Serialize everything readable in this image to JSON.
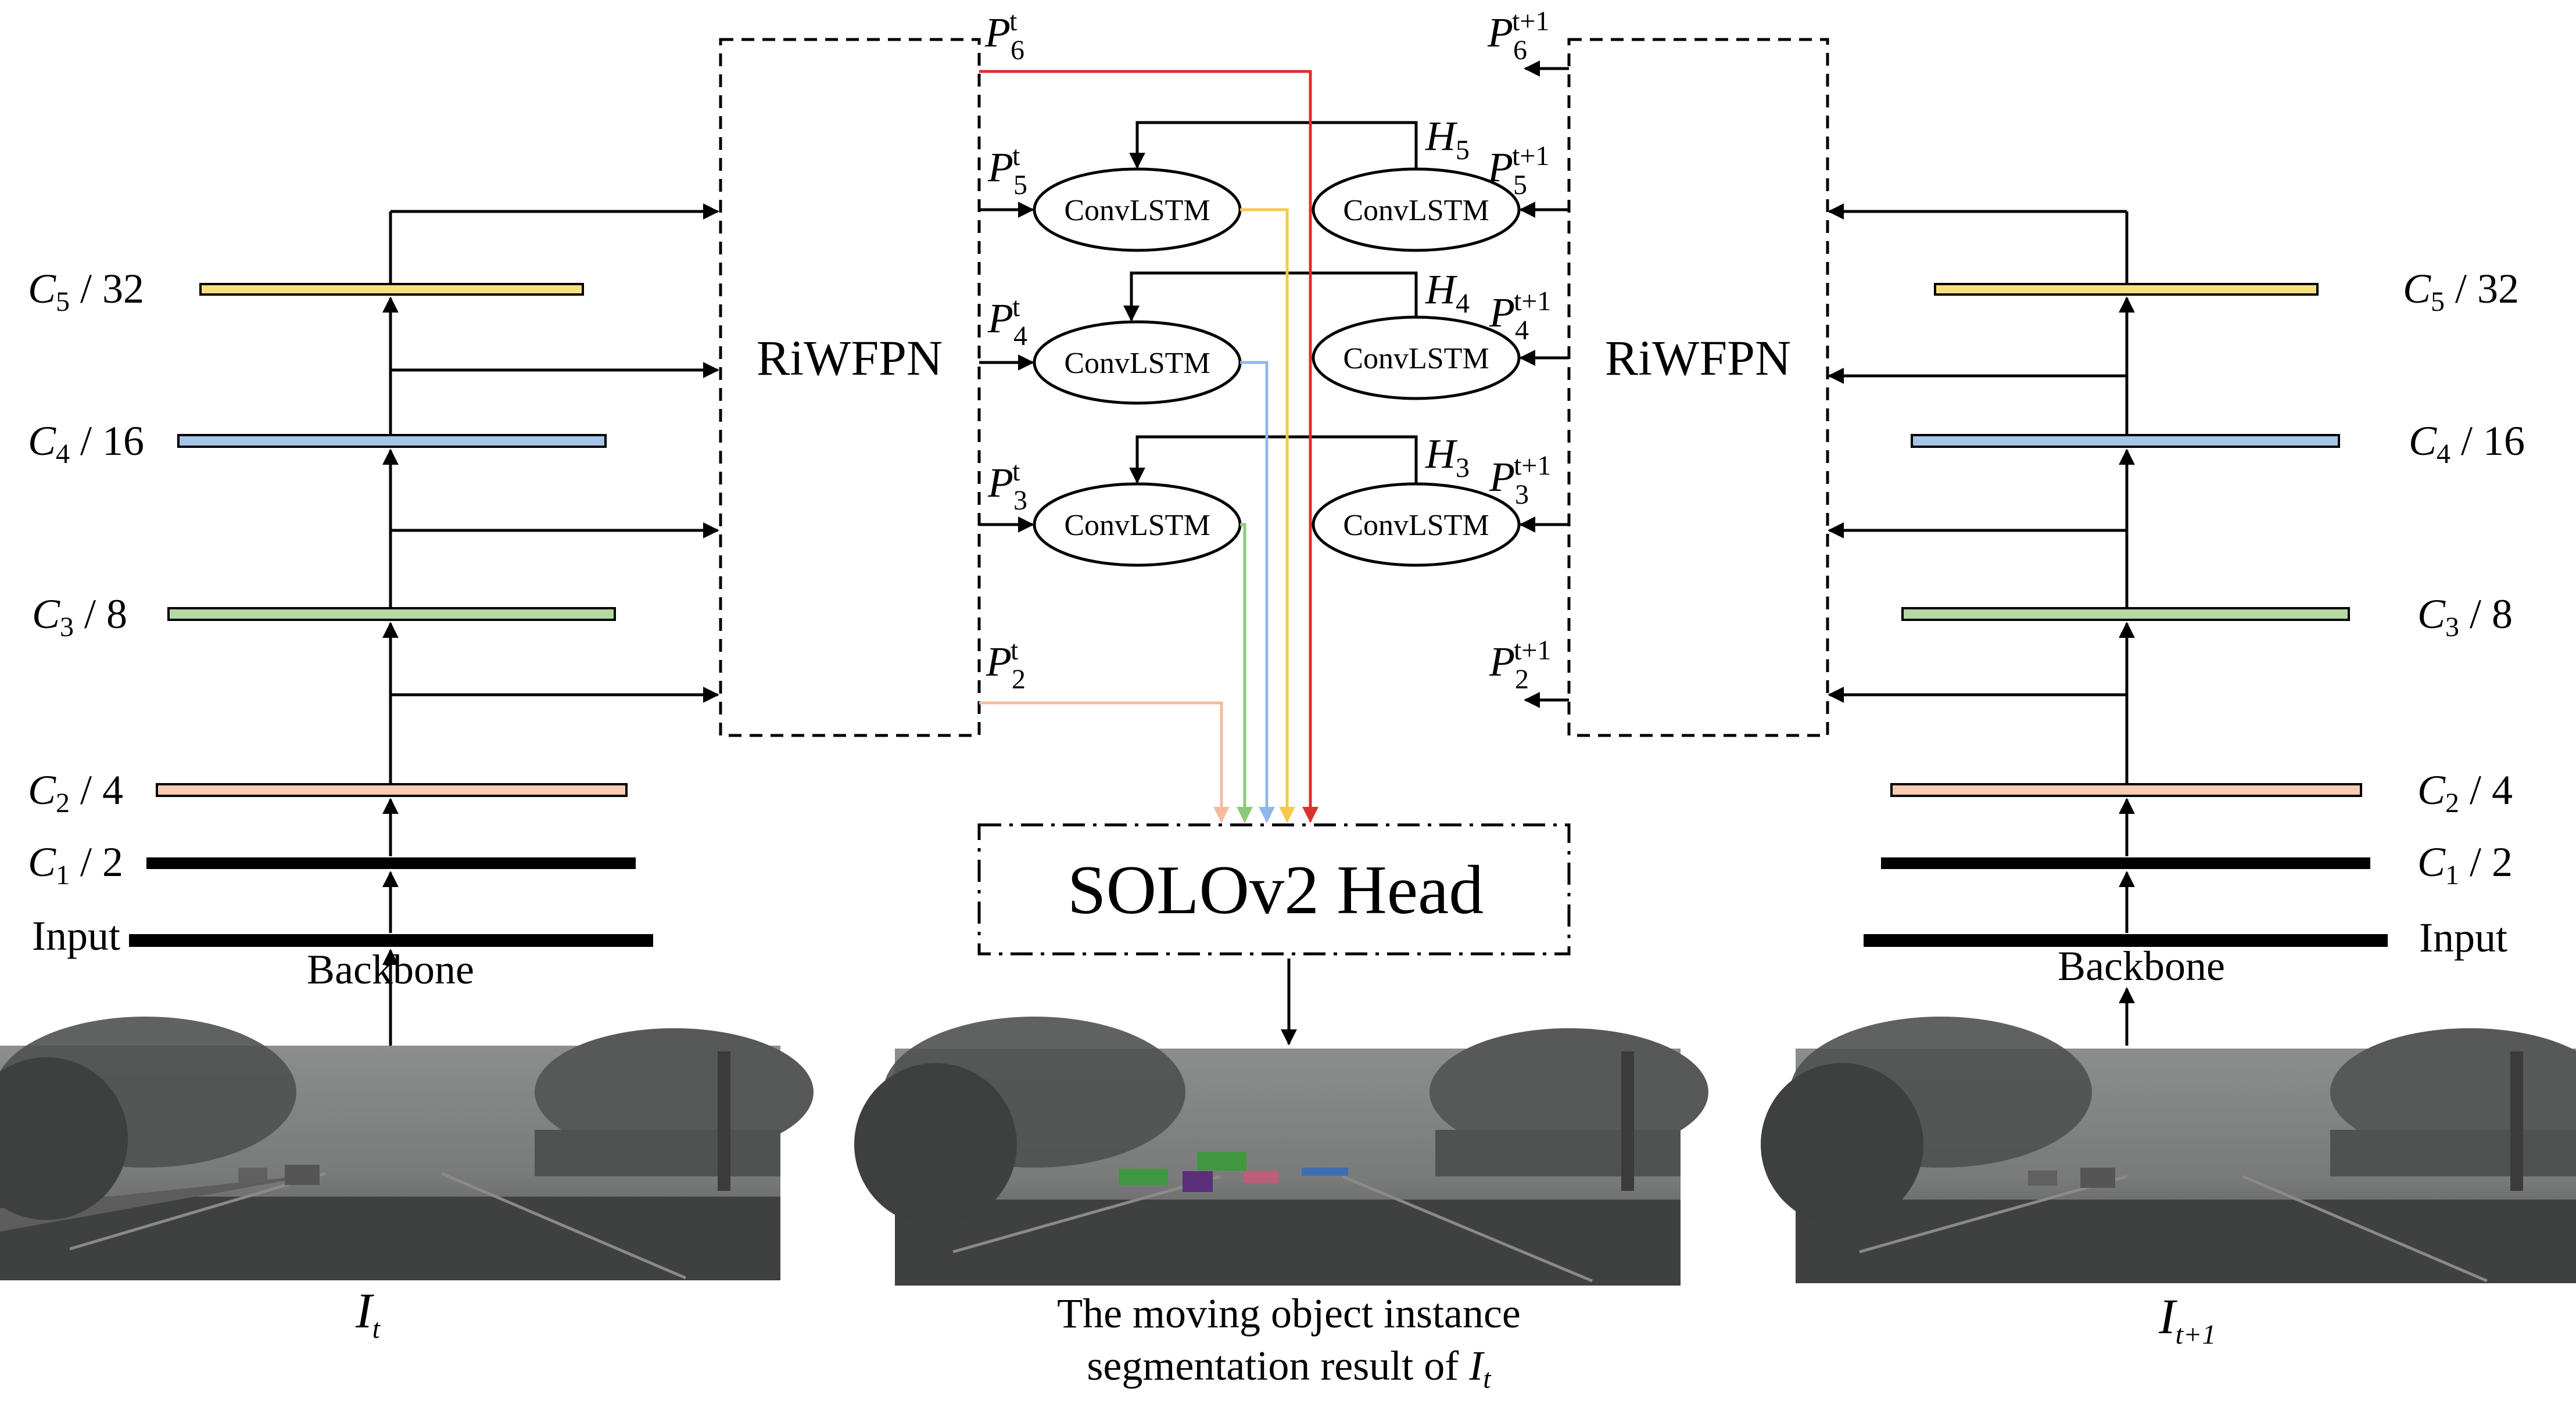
{
  "colors": {
    "c5": "#f9df7d",
    "c4": "#a5c5ea",
    "c3": "#b4d9a2",
    "c2": "#f9cbb0",
    "p6": "#d9302c",
    "p5": "#f7c94a",
    "p4": "#8fb8e6",
    "p3": "#8dc97b",
    "p2": "#f4bc9c"
  },
  "left": {
    "levels": [
      {
        "sym": "C",
        "sub": "5",
        "text": " / 32"
      },
      {
        "sym": "C",
        "sub": "4",
        "text": " / 16"
      },
      {
        "sym": "C",
        "sub": "3",
        "text": " / 8"
      },
      {
        "sym": "C",
        "sub": "2",
        "text": " / 4"
      },
      {
        "sym": "C",
        "sub": "1",
        "text": " / 2"
      }
    ],
    "input_label": "Input",
    "backbone_label": "Backbone",
    "image_caption_sym": "I",
    "image_caption_sub": "t"
  },
  "right": {
    "levels": [
      {
        "sym": "C",
        "sub": "5",
        "text": " / 32"
      },
      {
        "sym": "C",
        "sub": "4",
        "text": " / 16"
      },
      {
        "sym": "C",
        "sub": "3",
        "text": " / 8"
      },
      {
        "sym": "C",
        "sub": "2",
        "text": " / 4"
      },
      {
        "sym": "C",
        "sub": "1",
        "text": " / 2"
      }
    ],
    "input_label": "Input",
    "backbone_label": "Backbone",
    "image_caption_sym": "I",
    "image_caption_sub": "t+1"
  },
  "riwfpn_label": "RiWFPN",
  "convlstm_label": "ConvLSTM",
  "head_label": "SOLOv2 Head",
  "p_labels_t": [
    {
      "sym": "P",
      "sub": "6",
      "sup": "t"
    },
    {
      "sym": "P",
      "sub": "5",
      "sup": "t"
    },
    {
      "sym": "P",
      "sub": "4",
      "sup": "t"
    },
    {
      "sym": "P",
      "sub": "3",
      "sup": "t"
    },
    {
      "sym": "P",
      "sub": "2",
      "sup": "t"
    }
  ],
  "p_labels_t1": [
    {
      "sym": "P",
      "sub": "6",
      "sup": "t+1"
    },
    {
      "sym": "P",
      "sub": "5",
      "sup": "t+1"
    },
    {
      "sym": "P",
      "sub": "4",
      "sup": "t+1"
    },
    {
      "sym": "P",
      "sub": "3",
      "sup": "t+1"
    },
    {
      "sym": "P",
      "sub": "2",
      "sup": "t+1"
    }
  ],
  "h_labels": [
    {
      "sym": "H",
      "sub": "5"
    },
    {
      "sym": "H",
      "sub": "4"
    },
    {
      "sym": "H",
      "sub": "3"
    }
  ],
  "result_caption_line1": "The moving object instance",
  "result_caption_line2": "segmentation result of ",
  "result_caption_sym": "I",
  "result_caption_sub": "t"
}
